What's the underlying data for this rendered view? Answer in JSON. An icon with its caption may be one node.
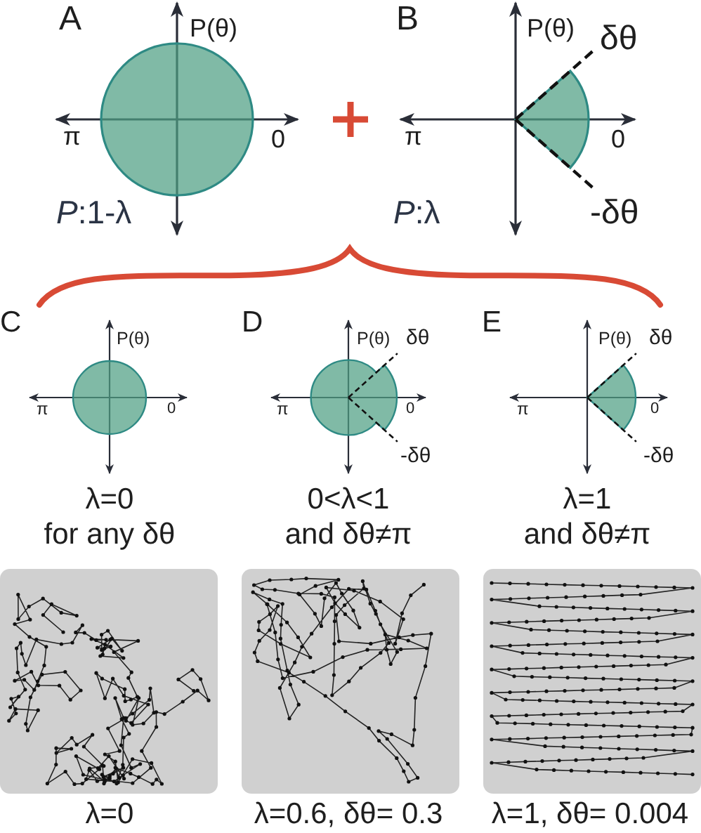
{
  "diagram": {
    "labels": [
      "A",
      "P(θ)",
      "B",
      "P(θ)",
      "δθ",
      "π",
      "0",
      "π",
      "0",
      "*P*:1-λ",
      "*P*:λ",
      "-δθ",
      "C",
      "D",
      "E",
      "P(θ)",
      "P(θ)",
      "δθ",
      "P(θ)",
      "δθ",
      "π",
      "0",
      "π",
      "0",
      "π",
      "0",
      "-δθ",
      "-δθ",
      "λ=0",
      "0<λ<1",
      "λ=1",
      "for any δθ",
      "and δθ≠π",
      "and δθ≠π",
      "λ=0",
      "λ=0.6, δθ= 0.3",
      "λ=1, δθ= 0.004"
    ]
  }
}
